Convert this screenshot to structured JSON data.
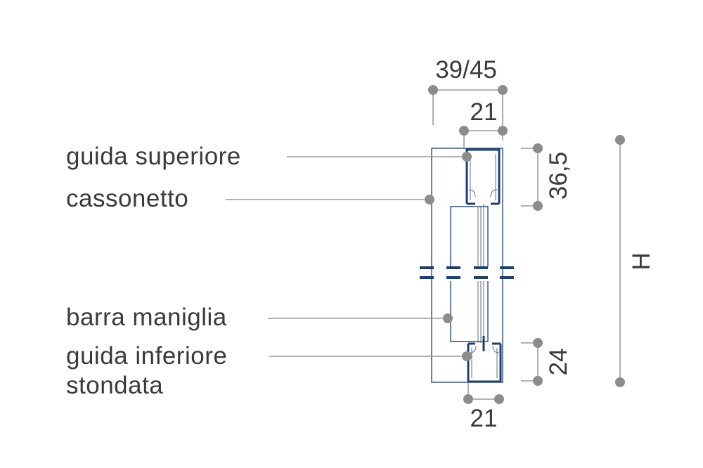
{
  "labels": {
    "top_guide": "guida superiore",
    "box": "cassonetto",
    "handle_bar": "barra maniglia",
    "bottom_guide_line1": "guida inferiore",
    "bottom_guide_line2": "stondata"
  },
  "dimensions": {
    "overall_width": "39/45",
    "top_guide_width": "21",
    "top_guide_height": "36,5",
    "bottom_guide_height": "24",
    "bottom_guide_width": "21",
    "height": "H"
  },
  "colors": {
    "profile": "#1f3f70",
    "leader": "#9a9a9a",
    "dot": "#8c8c8c",
    "text": "#3a3a3a"
  }
}
